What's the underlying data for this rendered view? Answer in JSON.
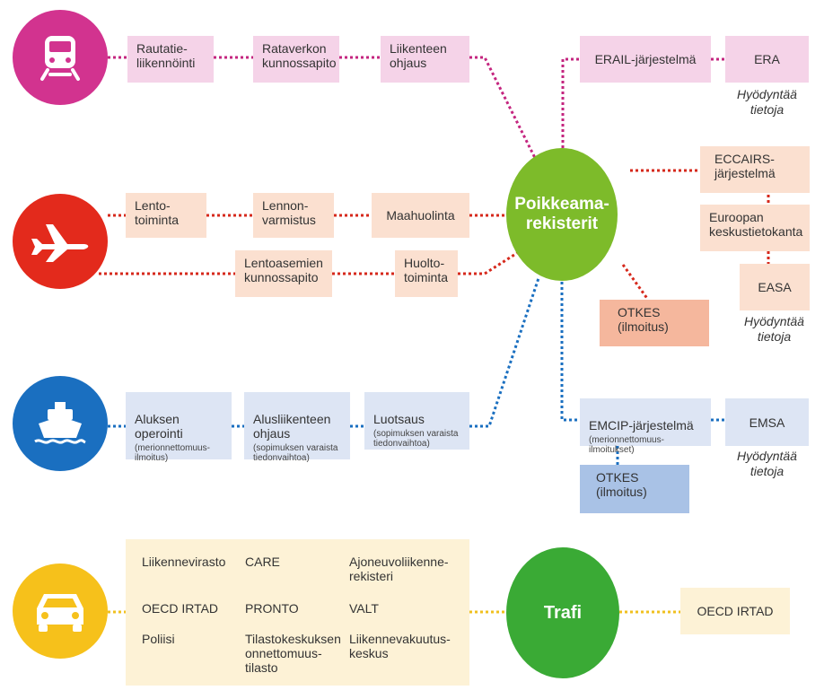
{
  "hubs": {
    "poikkeama": "Poikkeama-\nrekisterit",
    "trafi": "Trafi"
  },
  "rail": {
    "icon": "train-icon",
    "color": "#d2338f",
    "boxes": [
      "Rautatie-\nliikennöinti",
      "Rataverkon\nkunnossapito",
      "Liikenteen\nohjaus"
    ]
  },
  "air": {
    "icon": "airplane-icon",
    "color": "#e32a1c",
    "row1": [
      "Lento-\ntoiminta",
      "Lennon-\nvarmistus",
      "Maahuolinta"
    ],
    "row2": [
      "Lentoasemien\nkunnossapito",
      "Huolto-\ntoiminta"
    ]
  },
  "sea": {
    "icon": "ship-icon",
    "color": "#1a6fc0",
    "boxes": [
      {
        "title": "Aluksen\noperointi",
        "sub": "(merionnettomuus-\nilmoitus)"
      },
      {
        "title": "Alusliikenteen\nohjaus",
        "sub": "(sopimuksen varaista\ntiedonvaihtoa)"
      },
      {
        "title": "Luotsaus",
        "sub": "(sopimuksen varaista\ntiedonvaihtoa)"
      }
    ]
  },
  "road": {
    "icon": "car-icon",
    "color": "#f6c11b",
    "cells": [
      "Liikennevirasto",
      "CARE",
      "Ajoneuvoliikenne-\nrekisteri",
      "OECD IRTAD",
      "PRONTO",
      "VALT",
      "Poliisi",
      "Tilastokeskuksen\nonnettomuus-\ntilasto",
      "Liikennevakuutus-\nkeskus"
    ]
  },
  "right": {
    "erail": "ERAIL-järjestelmä",
    "era": "ERA",
    "note1": "Hyödyntää\ntietoja",
    "eccairs": "ECCAIRS-\njärjestelmä",
    "eurooppa": "Euroopan\nkeskustietokanta",
    "easa": "EASA",
    "note2": "Hyödyntää\ntietoja",
    "otkes1": "OTKES\n(ilmoitus)",
    "emcip": "EMCIP-järjestelmä",
    "emcip_sub": "(merionnettomuus-\nilmoitukset)",
    "emsa": "EMSA",
    "note3": "Hyödyntää\ntietoja",
    "otkes2": "OTKES\n(ilmoitus)",
    "oecd": "OECD IRTAD"
  },
  "colors": {
    "hub_green": "#7dbb2a",
    "trafi_green": "#3aaa35",
    "pink_line": "#c4257f",
    "red_line": "#d6291c",
    "blue_line": "#1a6fc0",
    "yellow_line": "#f0c020"
  }
}
